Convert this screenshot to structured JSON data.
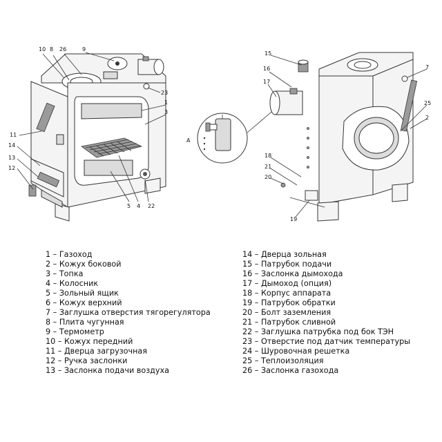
{
  "callouts": {
    "left_view": [
      "10",
      "8",
      "26",
      "9",
      "23",
      "1",
      "3",
      "11",
      "14",
      "13",
      "12",
      "5",
      "4",
      "22"
    ],
    "right_view": [
      "15",
      "16",
      "17",
      "7",
      "25",
      "2",
      "18",
      "21",
      "20",
      "19"
    ],
    "detail": "A"
  },
  "legend": {
    "left": [
      "1 – Газоход",
      "2 – Кожух боковой",
      "3 – Топка",
      "4 – Колосник",
      "5 – Зольный ящик",
      "6 – Кожух верхний",
      "7 – Заглушка отверстия тягорегулятора",
      "8 – Плита чугунная",
      "9 – Термометр",
      "10 – Кожух передний",
      "11 – Дверца загрузочная",
      "12 – Ручка заслонки",
      "13 – Заслонка подачи воздуха"
    ],
    "right": [
      "14 – Дверца зольная",
      "15 – Патрубок подачи",
      "16 – Заслонка дымохода",
      "17 – Дымоход (опция)",
      "18 – Корпус аппарата",
      "19 – Патрубок обратки",
      "20 – Болт заземления",
      "21 – Патрубок сливной",
      "22 – Заглушка патрубка под бок ТЭН",
      "23 – Отверстие под датчик температуры",
      "24 – Шуровочная решетка",
      "25 – Теплоизоляция",
      "26 – Заслонка газохода"
    ]
  }
}
